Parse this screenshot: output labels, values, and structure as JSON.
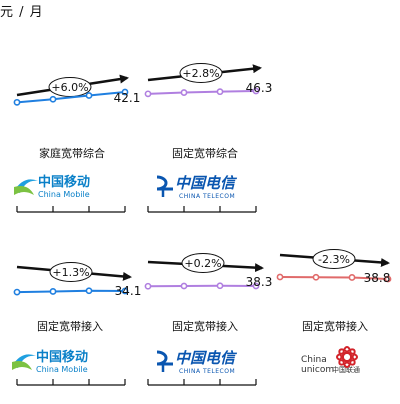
{
  "unit_label": "元 / 月",
  "panels": [
    {
      "label": "家庭宽带综合",
      "growth": "+6.0%",
      "end_value": "42.1",
      "color": "#1f7fe0",
      "logo": {
        "company": "china-mobile",
        "cn": "中国移动",
        "en": "China Mobile",
        "color": "#0a80c8"
      },
      "axis": true
    },
    {
      "label": "固定宽带综合",
      "growth": "+2.8%",
      "end_value": "46.3",
      "color": "#b07fe0",
      "logo": {
        "company": "china-telecom",
        "cn": "中国电信",
        "en": "CHINA TELECOM",
        "color": "#0a56b0"
      },
      "axis": true
    },
    {
      "label": "固定宽带接入",
      "growth": "+1.3%",
      "end_value": "34.1",
      "color": "#1f7fe0",
      "logo": {
        "company": "china-mobile",
        "cn": "中国移动",
        "en": "China Mobile",
        "color": "#0a80c8"
      },
      "axis": true
    },
    {
      "label": "固定宽带接入",
      "growth": "+0.2%",
      "end_value": "38.3",
      "color": "#b07fe0",
      "logo": {
        "company": "china-telecom",
        "cn": "中国电信",
        "en": "CHINA TELECOM",
        "color": "#0a56b0"
      },
      "axis": true
    },
    {
      "label": "固定宽带接入",
      "growth": "-2.3%",
      "end_value": "38.8",
      "color": "#e06a6a",
      "logo": {
        "company": "china-unicom",
        "cn": "中国联通",
        "en_top": "China",
        "en_bottom": "unicom",
        "color": "#d2232a"
      },
      "axis": false
    }
  ],
  "chart_data": [
    {
      "type": "line",
      "title": "家庭宽带综合",
      "annotation": "+6.0%",
      "x": [
        1,
        2,
        3,
        4
      ],
      "values": [
        37.4,
        38.8,
        40.5,
        42.1
      ],
      "end_label": "42.1"
    },
    {
      "type": "line",
      "title": "固定宽带综合",
      "annotation": "+2.8%",
      "x": [
        1,
        2,
        3,
        4
      ],
      "values": [
        45.0,
        45.6,
        46.0,
        46.3
      ],
      "end_label": "46.3"
    },
    {
      "type": "line",
      "title": "固定宽带接入",
      "annotation": "+1.3%",
      "x": [
        1,
        2,
        3,
        4
      ],
      "values": [
        33.6,
        33.9,
        34.2,
        34.1
      ],
      "end_label": "34.1"
    },
    {
      "type": "line",
      "title": "固定宽带接入",
      "annotation": "+0.2%",
      "x": [
        1,
        2,
        3,
        4
      ],
      "values": [
        38.2,
        38.3,
        38.4,
        38.3
      ],
      "end_label": "38.3"
    },
    {
      "type": "line",
      "title": "固定宽带接入",
      "annotation": "-2.3%",
      "x": [
        1,
        2,
        3,
        4
      ],
      "values": [
        39.7,
        39.6,
        39.5,
        38.8
      ],
      "end_label": "38.8"
    }
  ]
}
